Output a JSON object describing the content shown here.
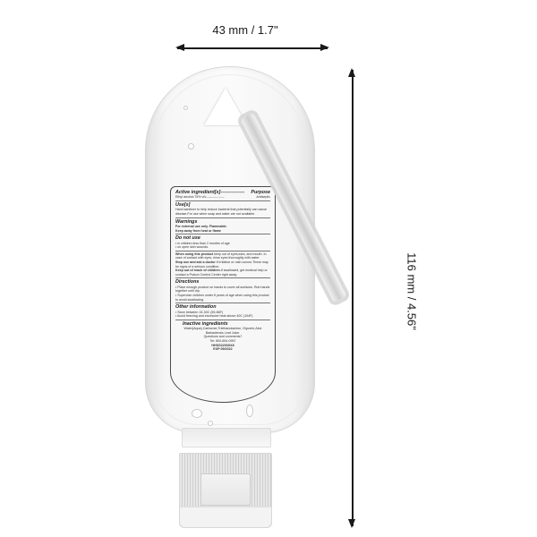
{
  "dimensions": {
    "width_label": "43 mm / 1.7\"",
    "height_label": "116 mm / 4.56\""
  },
  "label": {
    "active_header_left": "Active ingredient[s]---------------",
    "active_header_right": "Purpose",
    "active_line_left": "Ethyl alcohol 75% v/v-----------------",
    "active_line_right": "Antiseptic",
    "uses_header": "Use[s]",
    "uses_text": "Hand sanitizer to help reduce bacteria that potentially can cause disease.For use when soap and water are not available.",
    "warnings_header": "Warnings",
    "warnings_line1": "For external use only. Flammable.",
    "warnings_line2": "Keep away from heat or flame",
    "do_not_use_header": "Do not use",
    "do_not_use_items": [
      "• in children less than 2 months of age",
      "• on open skin wounds."
    ],
    "when_using_bold": "When using this product",
    "when_using_text": " keep out of eyes,ears, and mouth. In case of contact with eyes, rinse eyes thoroughly with water.",
    "stop_use_bold": "Stop use and ask a doctor",
    "stop_use_text": " if irritation or rash occurs.These may be signs of a serious condition.",
    "keep_out_bold": "Keep out of reach of children.",
    "keep_out_text": "If swallowed, get medical help or contact a Poison Control Center right away.",
    "directions_header": "Directions",
    "directions_items": [
      "• Place enough product on hands to cover all surfaces. Rub hands together until dry.",
      "• Supervise children under 6 years of age when using this product to avoid swallowing."
    ],
    "other_header": "Other information",
    "other_items": [
      "• Store between 15-30C (59-86F)",
      "• Avoid freezing and excessive heat above 40C (104F)"
    ],
    "inactive_header": "Inactive ingredients",
    "inactive_text": "Water(Aqua),Carbomer,Triethanolamine, Glycerin,Aloe Barbadensis Leaf Juice.",
    "questions": "Questions and comments?",
    "tel": "Tel: 800-654-0957",
    "lot": "HHSG2200XX8",
    "exp": "EXP:09/2022"
  }
}
